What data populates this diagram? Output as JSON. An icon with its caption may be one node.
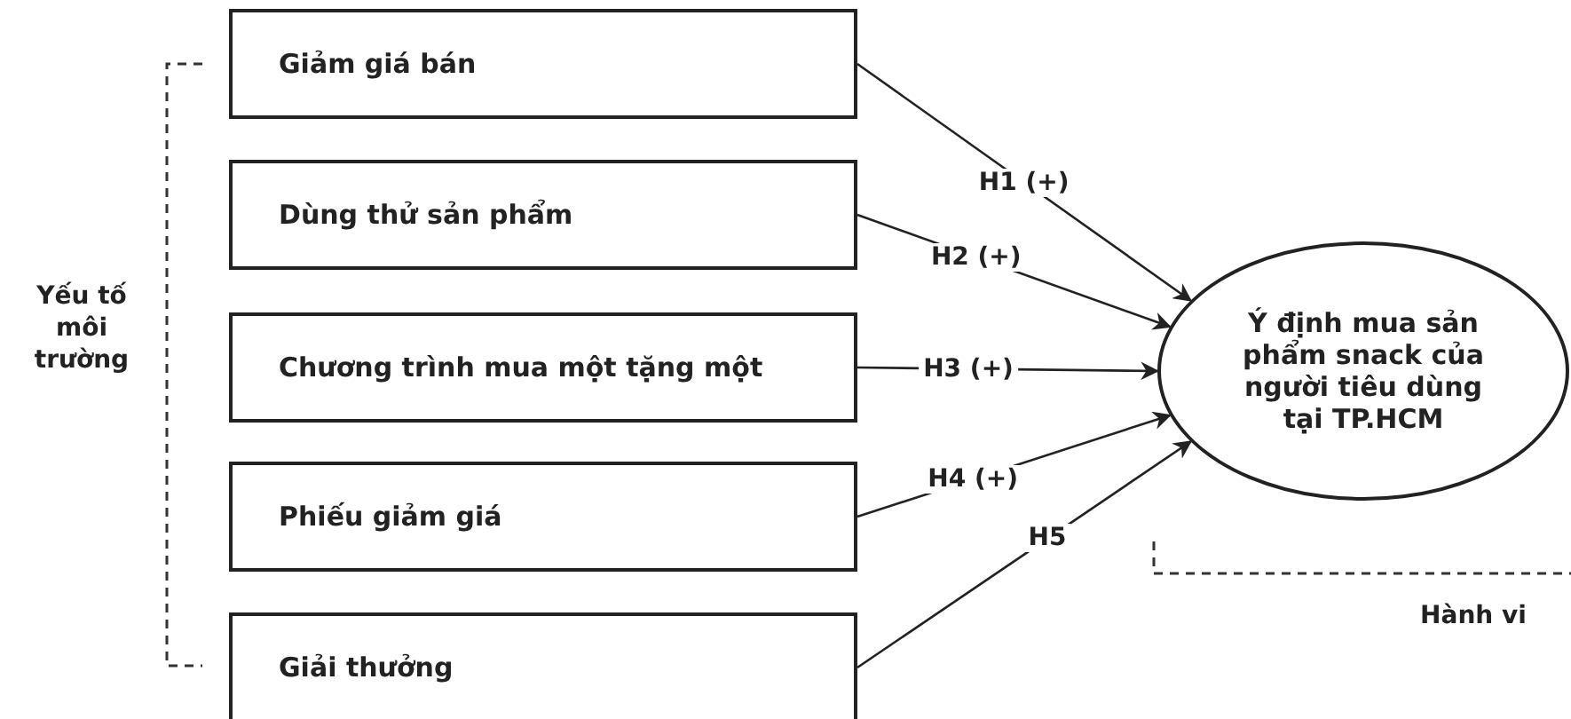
{
  "diagram": {
    "nodes": [
      {
        "text": [
          "Giảm giá bán"
        ]
      },
      {
        "text": [
          "Dùng thử sản phẩm"
        ]
      },
      {
        "text": [
          "Chương trình mua một tặng một"
        ]
      },
      {
        "text": [
          "Phiếu giảm giá"
        ]
      },
      {
        "text": [
          "Giải thưởng"
        ]
      },
      {
        "text": [
          "Ý định mua sản phẩm snack của người tiêu dùng tại TP.HCM"
        ]
      }
    ],
    "edges": [
      {
        "from": 0,
        "to": 5,
        "arrow": "to",
        "label": "H1 (+)"
      },
      {
        "from": 1,
        "to": 5,
        "arrow": "to",
        "label": "H2 (+)"
      },
      {
        "from": 2,
        "to": 5,
        "arrow": "to",
        "label": "H3 (+)"
      },
      {
        "from": 3,
        "to": 5,
        "arrow": "to",
        "label": "H4 (+)"
      },
      {
        "from": 4,
        "to": 5,
        "arrow": "to",
        "label": "H5"
      }
    ],
    "labels": [
      "Yếu tố môi trường",
      "Hành vi"
    ]
  }
}
